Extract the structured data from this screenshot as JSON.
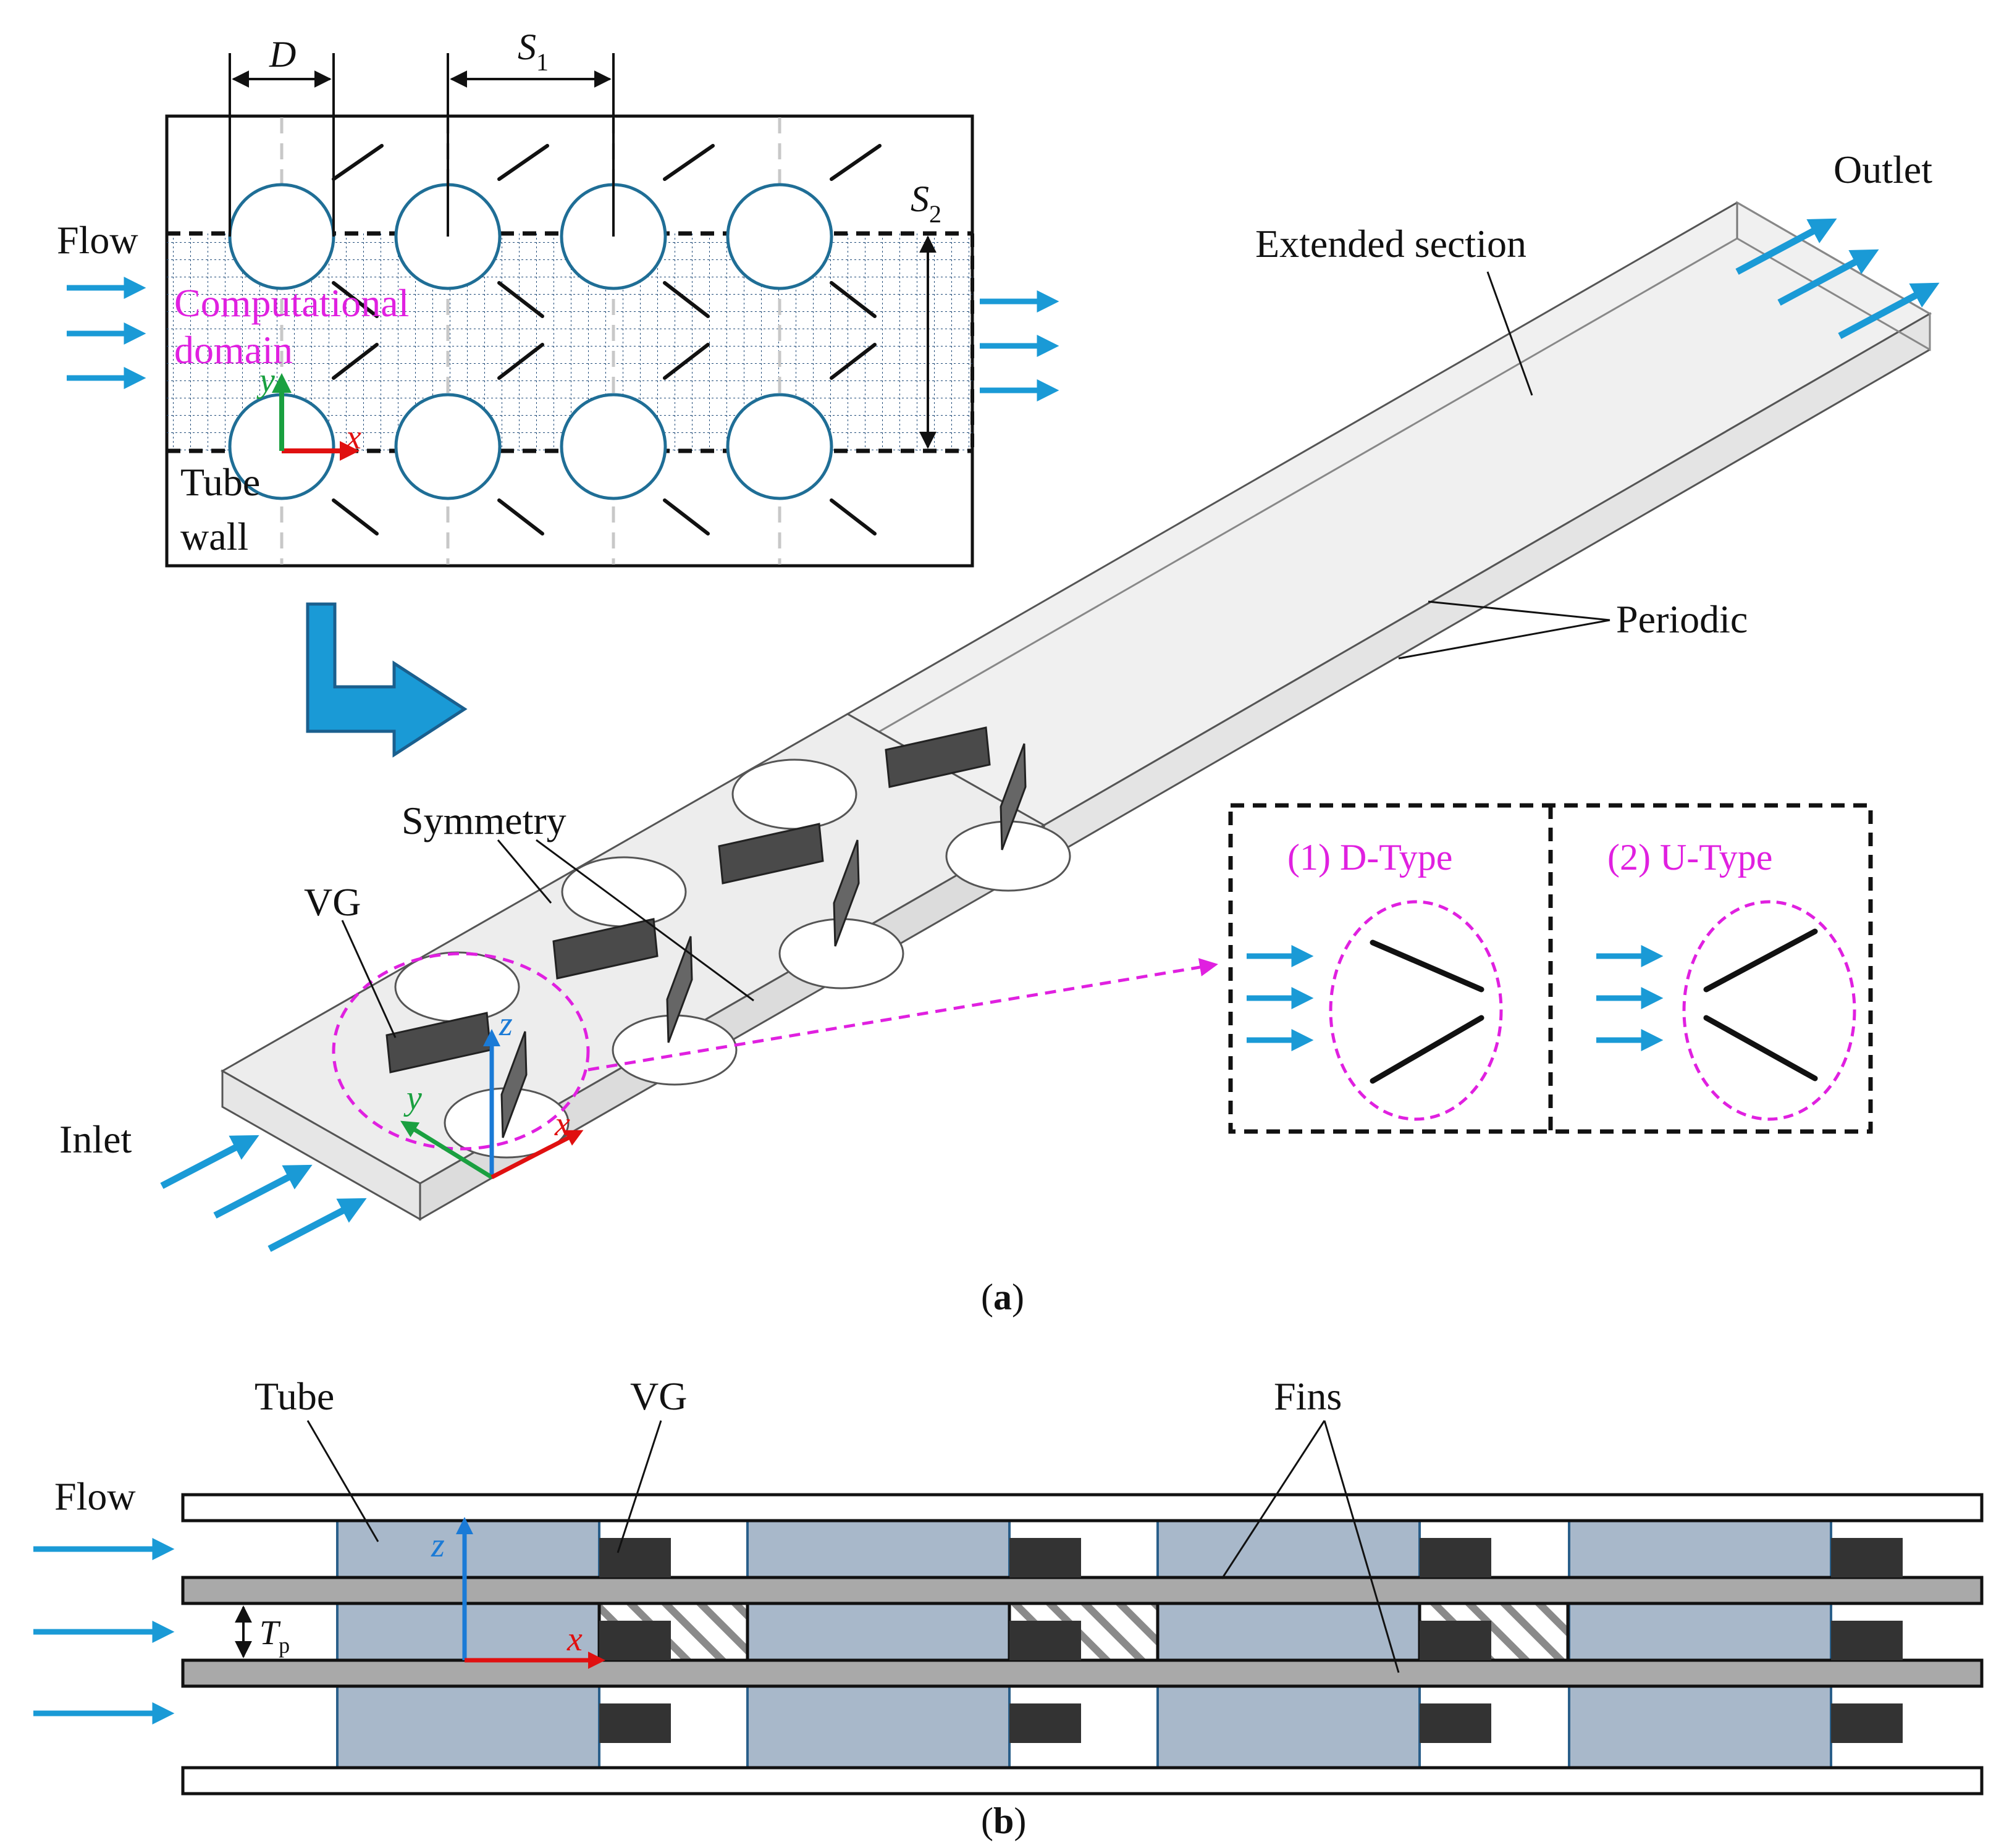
{
  "panel_a": {
    "dim_D": "D",
    "dim_S1": "S",
    "dim_S1_sub": "1",
    "dim_S2": "S",
    "dim_S2_sub": "2",
    "flow": "Flow",
    "comp_line1": "Computational",
    "comp_line2": "domain",
    "axis_y": "y",
    "axis_x": "x",
    "tube_line1": "Tube",
    "tube_line2": "wall",
    "outlet": "Outlet",
    "extended": "Extended section",
    "periodic": "Periodic",
    "symmetry": "Symmetry",
    "vg": "VG",
    "inlet": "Inlet",
    "axis3d_z": "z",
    "axis3d_y": "y",
    "axis3d_x": "x",
    "d_type": "(1) D-Type",
    "u_type": "(2) U-Type",
    "caption_open": "(",
    "caption_letter": "a",
    "caption_close": ")"
  },
  "panel_b": {
    "tube": "Tube",
    "vg": "VG",
    "fins": "Fins",
    "flow": "Flow",
    "axis_z": "z",
    "axis_x": "x",
    "tp": "T",
    "tp_sub": "p",
    "caption_open": "(",
    "caption_letter": "b",
    "caption_close": ")"
  },
  "colors": {
    "flow_arrow": "#1a9ad6",
    "magenta": "#e020e0",
    "tube_blue_fill": "#a8b8ca",
    "tube_circle": "#1f6e96",
    "fin_gray": "#a9a9a9",
    "vg_dark": "#333333",
    "axis_red": "#e01010",
    "axis_green": "#1aa040",
    "axis_blue": "#1a7ad6"
  }
}
